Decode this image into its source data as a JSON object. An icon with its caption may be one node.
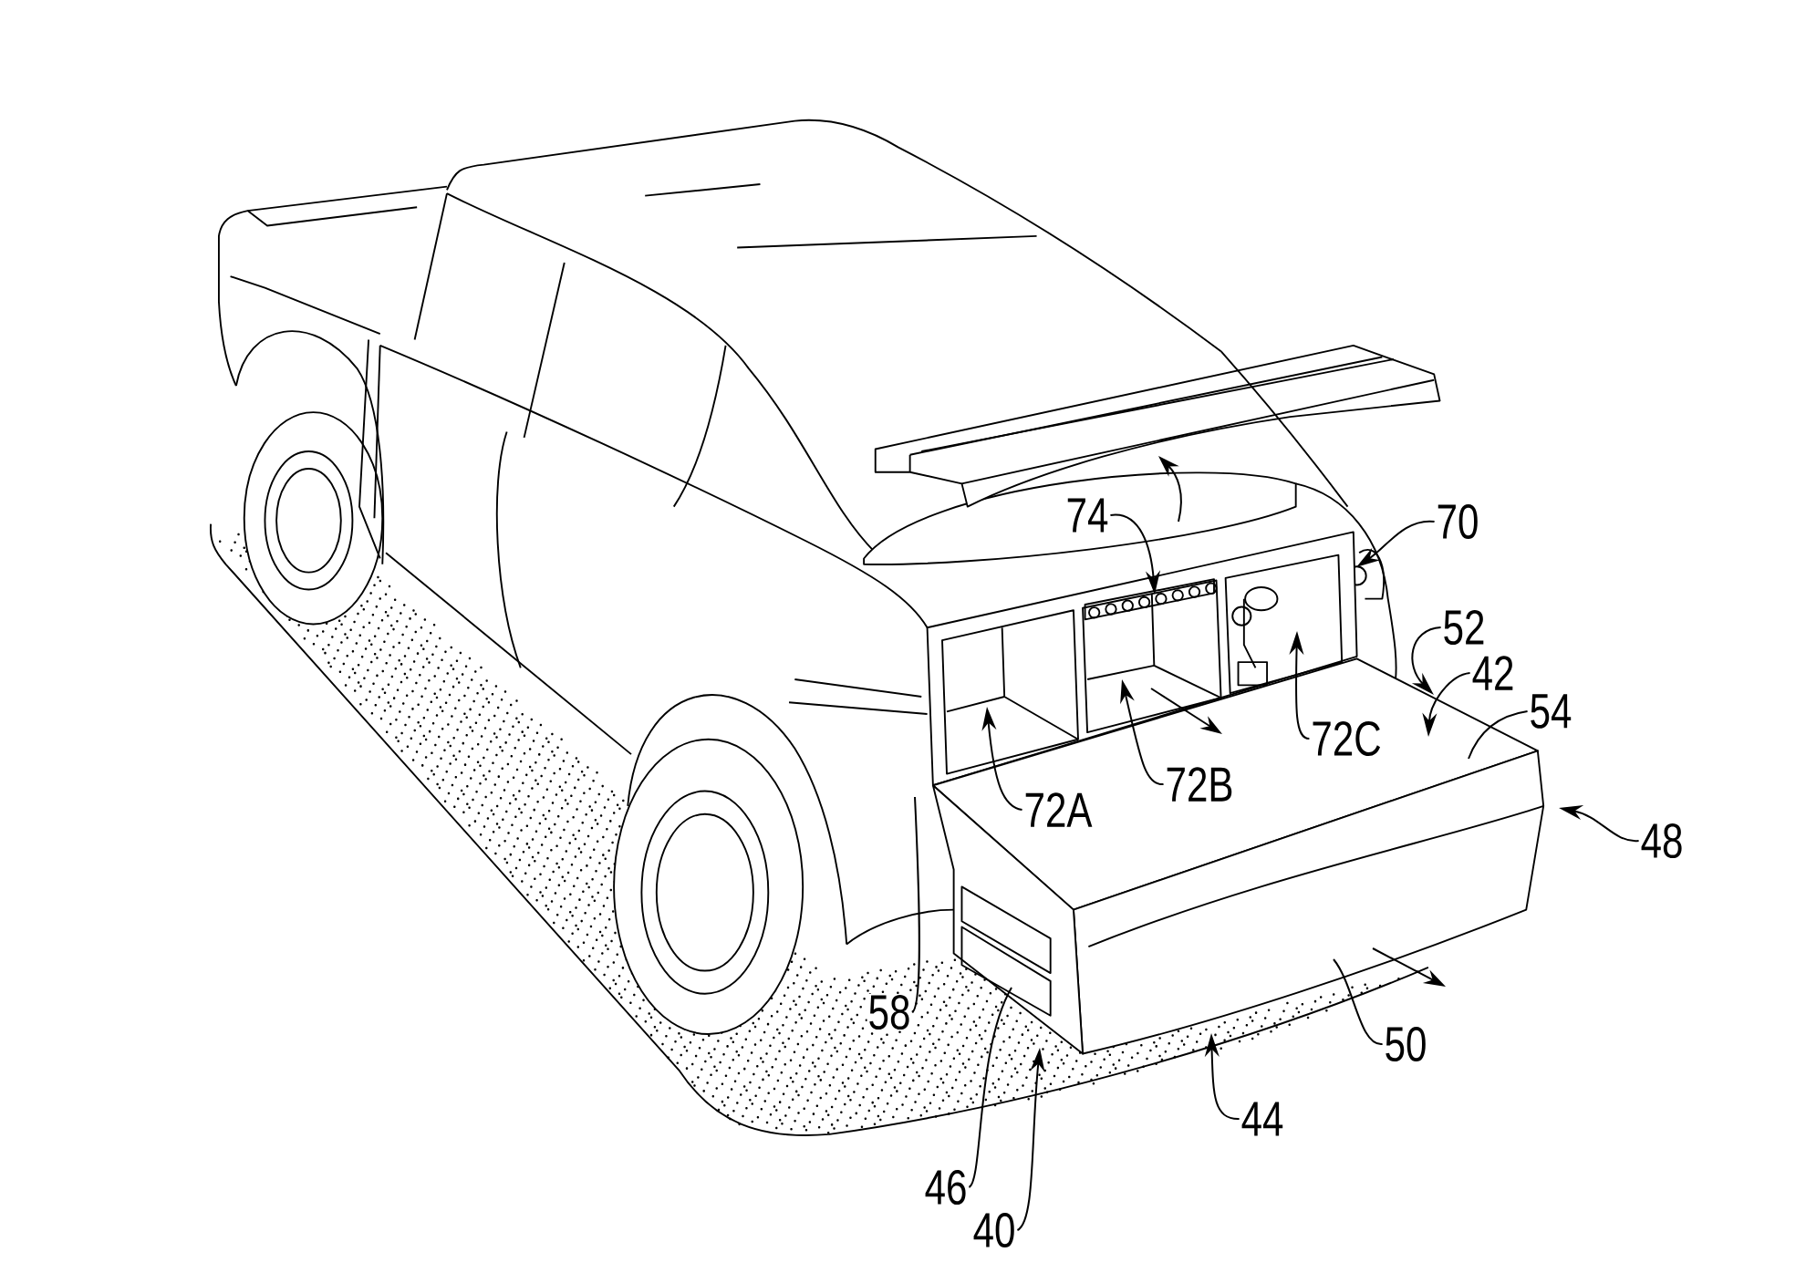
{
  "diagram": {
    "nodes": [
      {
        "text": [
          "74"
        ]
      },
      {
        "text": [
          "70"
        ]
      },
      {
        "text": [
          "52"
        ]
      },
      {
        "text": [
          "42"
        ]
      },
      {
        "text": [
          "54"
        ]
      },
      {
        "text": [
          "72C"
        ]
      },
      {
        "text": [
          "72B"
        ]
      },
      {
        "text": [
          "72A"
        ]
      },
      {
        "text": [
          "48"
        ]
      },
      {
        "text": [
          "58"
        ]
      },
      {
        "text": [
          "50"
        ]
      },
      {
        "text": [
          "44"
        ]
      },
      {
        "text": [
          "46"
        ]
      },
      {
        "text": [
          "40"
        ]
      }
    ],
    "edges": [
      {
        "from": 0,
        "to": null,
        "arrow": "to"
      },
      {
        "from": 1,
        "to": null,
        "arrow": "to"
      },
      {
        "from": 2,
        "to": null,
        "arrow": "to"
      },
      {
        "from": 3,
        "to": null,
        "arrow": "to"
      },
      {
        "from": 4,
        "to": null,
        "arrow": "none"
      },
      {
        "from": 5,
        "to": null,
        "arrow": "to"
      },
      {
        "from": 6,
        "to": null,
        "arrow": "to"
      },
      {
        "from": 7,
        "to": null,
        "arrow": "to"
      },
      {
        "from": 8,
        "to": null,
        "arrow": "to"
      },
      {
        "from": 9,
        "to": null,
        "arrow": "none"
      },
      {
        "from": 10,
        "to": null,
        "arrow": "none"
      },
      {
        "from": 11,
        "to": null,
        "arrow": "to"
      },
      {
        "from": 12,
        "to": null,
        "arrow": "none"
      },
      {
        "from": 13,
        "to": null,
        "arrow": "to"
      }
    ]
  }
}
